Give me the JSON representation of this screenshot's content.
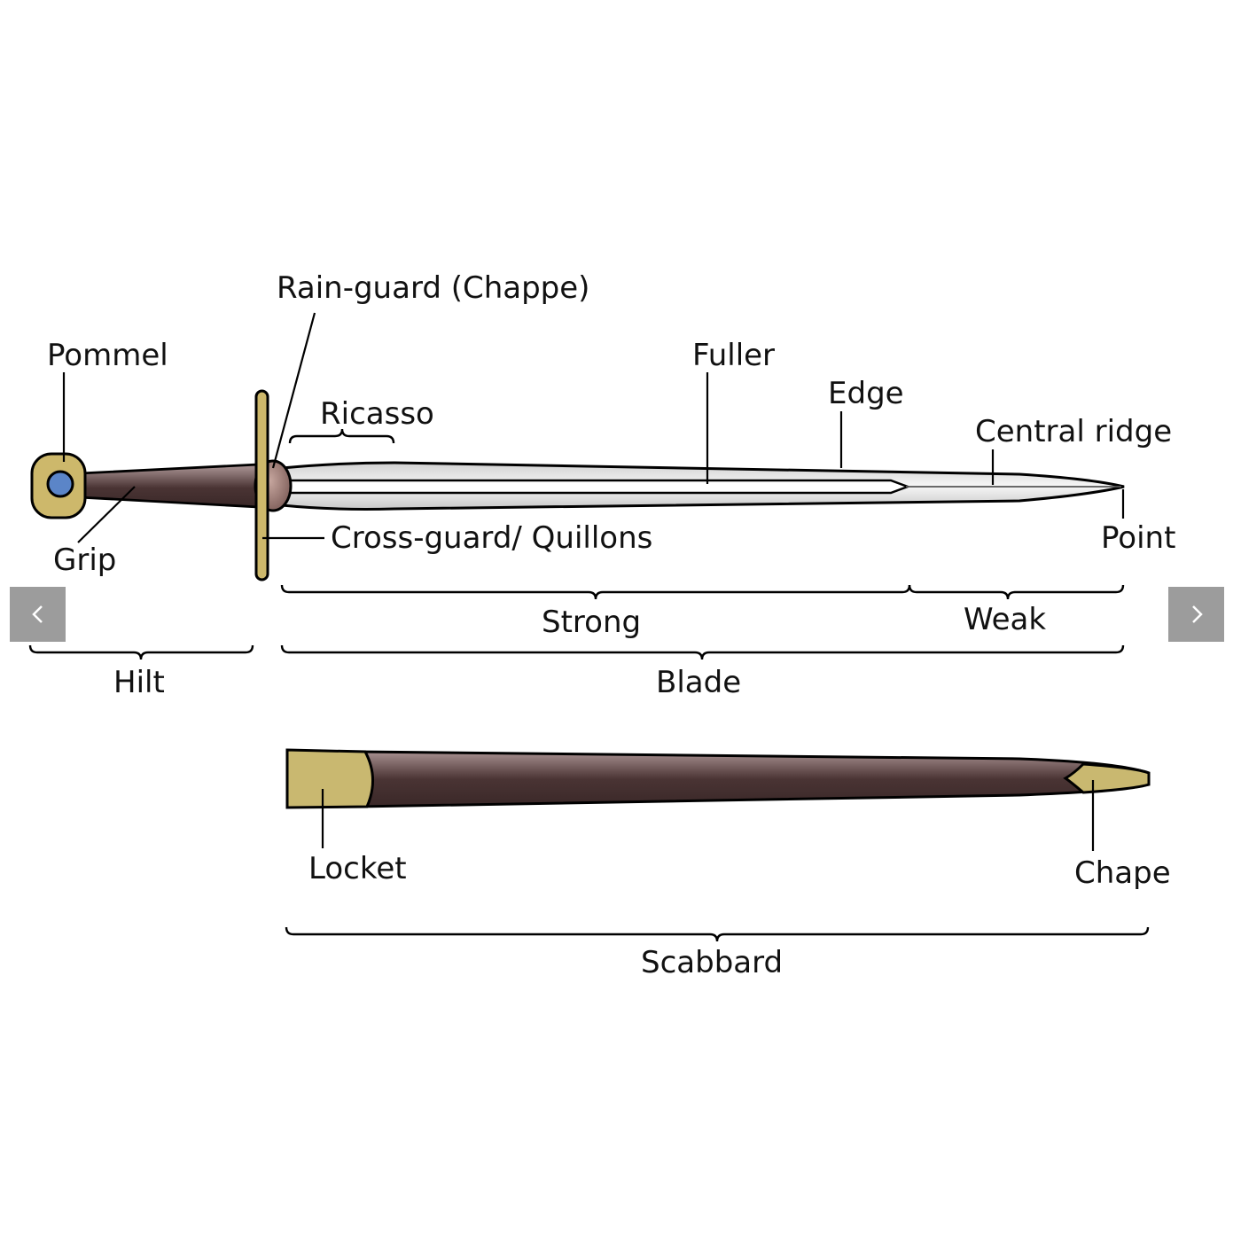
{
  "labels": {
    "rain_guard": "Rain-guard (Chappe)",
    "pommel": "Pommel",
    "ricasso": "Ricasso",
    "fuller": "Fuller",
    "edge": "Edge",
    "central_ridge": "Central ridge",
    "grip": "Grip",
    "cross_guard": "Cross-guard/ Quillons",
    "point": "Point",
    "strong": "Strong",
    "weak": "Weak",
    "hilt": "Hilt",
    "blade": "Blade",
    "locket": "Locket",
    "chape": "Chape",
    "scabbard": "Scabbard"
  },
  "navigation": {
    "prev_icon": "chevron-left-icon",
    "next_icon": "chevron-right-icon"
  },
  "colors": {
    "brass": "#cdb86b",
    "grip_dark": "#4a3434",
    "grip_light": "#9a8080",
    "steel_light": "#f4f4f4",
    "steel_mid": "#cfcfcf",
    "gem": "#5b85c8",
    "nav_bg": "#9c9c9c"
  }
}
